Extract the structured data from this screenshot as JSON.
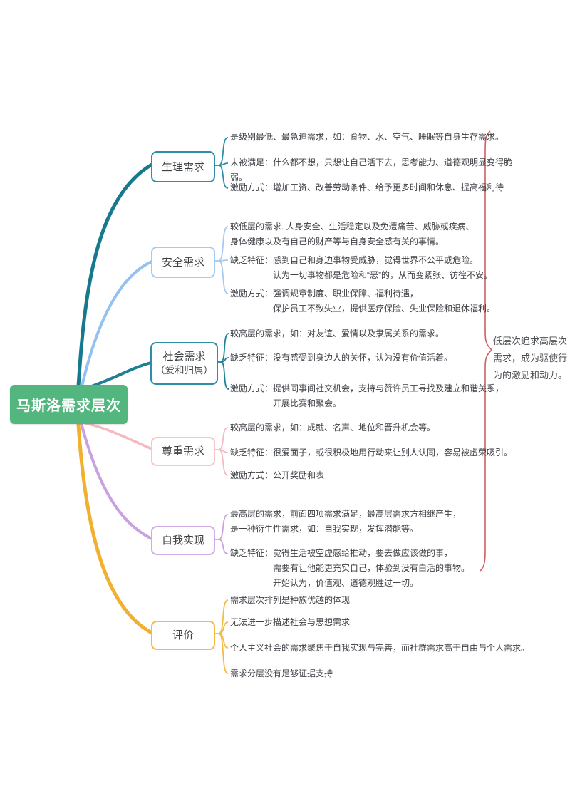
{
  "title": {
    "label": "马斯洛需求层次",
    "bg": "#52b67e"
  },
  "summary": {
    "text": "低层次追求高层次需求，成为驱使行为的激励和动力。",
    "brace_color": "#cd6060"
  },
  "branches": [
    {
      "id": "physiological",
      "label": "生理需求",
      "curve_color": "#17798d",
      "border_color": "#2e8ea8",
      "items": [
        {
          "lines": [
            "是级别最低、最急迫需求，如：食物、水、空气、睡眠等自身生存需求。"
          ]
        },
        {
          "lines": [
            "未被满足：什么都不想，只想让自己活下去，思考能力、道德观明显变得脆",
            "弱。"
          ]
        },
        {
          "lines": [
            "激励方式：增加工资、改善劳动条件、给予更多时间和休息、提高福利待"
          ]
        }
      ]
    },
    {
      "id": "safety",
      "label": "安全需求",
      "curve_color": "#93c1f0",
      "border_color": "#a5caf1",
      "items": [
        {
          "lines": [
            "较低层的需求. 人身安全、生活稳定以及免遭痛苦、威胁或疾病、",
            "身体健康以及有自己的财产等与自身安全感有关的事情。"
          ]
        },
        {
          "lines": [
            "缺乏特征：感到自己和身边事物受威胁，觉得世界不公平或危险。",
            "　　　　　认为一切事物都是危险和“恶”的，从而变紧张、彷徨不安。"
          ]
        },
        {
          "lines": [
            "激励方式：强调规章制度、职业保障、福利待遇，",
            "　　　　　保护员工不致失业，提供医疗保险、失业保险和退休福利。"
          ]
        }
      ]
    },
    {
      "id": "social",
      "label": "社会需求",
      "sublabel": "（爱和归属）",
      "curve_color": "#1f8095",
      "border_color": "#2e8ea8",
      "items": [
        {
          "lines": [
            "较高层的需求，如：对友谊、爱情以及隶属关系的需求。"
          ]
        },
        {
          "lines": [
            "缺乏特征：没有感受到身边人的关怀，认为没有价值活着。"
          ]
        },
        {
          "lines": [
            "激励方式：提供同事间社交机会，支持与赞许员工寻找及建立和谐关系，",
            "　　　　　开展比赛和聚会。"
          ]
        }
      ]
    },
    {
      "id": "esteem",
      "label": "尊重需求",
      "curve_color": "#f5b9c0",
      "border_color": "#f7c4ca",
      "items": [
        {
          "lines": [
            "较高层的需求，如：成就、名声、地位和晋升机会等。"
          ]
        },
        {
          "lines": [
            "缺乏特征：很爱面子，或很积极地用行动来让别人认同，容易被虚荣吸引。"
          ]
        },
        {
          "lines": [
            "激励方式：公开奖励和表"
          ]
        }
      ]
    },
    {
      "id": "self-actualization",
      "label": "自我实现",
      "curve_color": "#c8a2e0",
      "border_color": "#d0abe7",
      "items": [
        {
          "lines": [
            "最高层的需求，前面四项需求满足，最高层需求方相继产生，",
            "是一种衍生性需求，如：自我实现，发挥潜能等。"
          ]
        },
        {
          "lines": [
            "缺乏特征：觉得生活被空虚感给推动，要去做应该做的事，",
            "　　　　　需要有让他能更充实自己，体验到没有白活的事物。",
            "　　　　　开始认为，价值观、道德观胜过一切。"
          ]
        }
      ]
    },
    {
      "id": "evaluation",
      "label": "评价",
      "curve_color": "#f1b02f",
      "border_color": "#f5ba45",
      "items": [
        {
          "lines": [
            "需求层次排列是种族优越的体现"
          ]
        },
        {
          "lines": [
            "无法进一步描述社会与思想需求"
          ]
        },
        {
          "lines": [
            "个人主义社会的需求聚焦于自我实现与完善，而社群需求高于自由与个人需求。"
          ]
        },
        {
          "lines": [
            "需求分层没有足够证据支持"
          ]
        }
      ]
    }
  ]
}
